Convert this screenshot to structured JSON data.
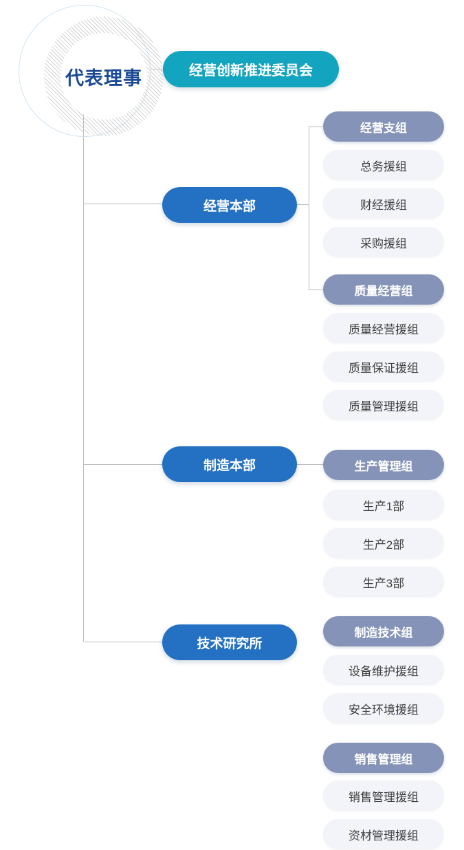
{
  "colors": {
    "teal": "#13a4bf",
    "blue": "#2471c3",
    "slate": "#8593b8",
    "light": "#f2f4f9",
    "line": "#bcbcbc",
    "navy": "#1b4a94",
    "item-text": "#3f3f3f"
  },
  "root": {
    "label": "代表理事"
  },
  "committee": {
    "label": "经营创新推进委员会"
  },
  "branches": [
    {
      "label": "经营本部",
      "groups": [
        {
          "header": "经营支组",
          "items": [
            "总务援组",
            "财经援组",
            "采购援组"
          ]
        },
        {
          "header": "质量经营组",
          "items": [
            "质量经营援组",
            "质量保证援组",
            "质量管理援组"
          ]
        }
      ]
    },
    {
      "label": "制造本部",
      "groups": [
        {
          "header": "生产管理组",
          "items": [
            "生产1部",
            "生产2部",
            "生产3部"
          ]
        }
      ]
    },
    {
      "label": "技术研究所",
      "groups": [
        {
          "header": "制造技术组",
          "items": [
            "设备维护援组",
            "安全环境援组"
          ]
        },
        {
          "header": "销售管理组",
          "items": [
            "销售管理援组",
            "资材管理援组"
          ]
        }
      ]
    }
  ]
}
